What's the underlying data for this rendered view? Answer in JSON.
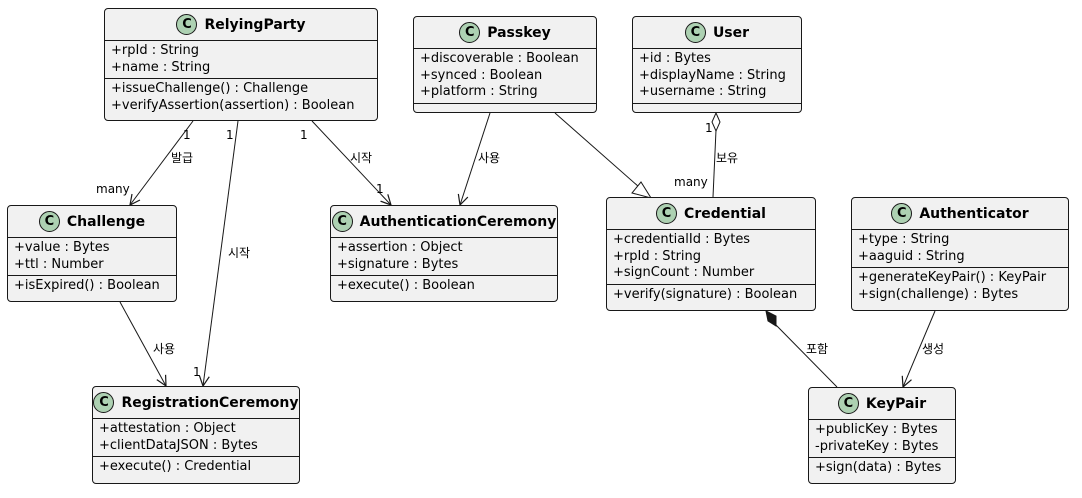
{
  "classes": {
    "relyingparty": {
      "name": "RelyingParty",
      "icon": "class-icon",
      "icon_letter": "C",
      "attributes": [
        "+rpId : String",
        "+name : String"
      ],
      "methods": [
        "+issueChallenge() : Challenge",
        "+verifyAssertion(assertion) : Boolean"
      ]
    },
    "passkey": {
      "name": "Passkey",
      "icon": "class-icon",
      "icon_letter": "C",
      "attributes": [
        "+discoverable : Boolean",
        "+synced : Boolean",
        "+platform : String"
      ],
      "methods": []
    },
    "user": {
      "name": "User",
      "icon": "class-icon",
      "icon_letter": "C",
      "attributes": [
        "+id : Bytes",
        "+displayName : String",
        "+username : String"
      ],
      "methods": []
    },
    "challenge": {
      "name": "Challenge",
      "icon": "class-icon",
      "icon_letter": "C",
      "attributes": [
        "+value : Bytes",
        "+ttl : Number"
      ],
      "methods": [
        "+isExpired() : Boolean"
      ]
    },
    "authenticationceremony": {
      "name": "AuthenticationCeremony",
      "icon": "class-icon",
      "icon_letter": "C",
      "attributes": [
        "+assertion : Object",
        "+signature : Bytes"
      ],
      "methods": [
        "+execute() : Boolean"
      ]
    },
    "credential": {
      "name": "Credential",
      "icon": "class-icon",
      "icon_letter": "C",
      "attributes": [
        "+credentialId : Bytes",
        "+rpId : String",
        "+signCount : Number"
      ],
      "methods": [
        "+verify(signature) : Boolean"
      ]
    },
    "authenticator": {
      "name": "Authenticator",
      "icon": "class-icon",
      "icon_letter": "C",
      "attributes": [
        "+type : String",
        "+aaguid : String"
      ],
      "methods": [
        "+generateKeyPair() : KeyPair",
        "+sign(challenge) : Bytes"
      ]
    },
    "registrationceremony": {
      "name": "RegistrationCeremony",
      "icon": "class-icon",
      "icon_letter": "C",
      "attributes": [
        "+attestation : Object",
        "+clientDataJSON : Bytes"
      ],
      "methods": [
        "+execute() : Credential"
      ]
    },
    "keypair": {
      "name": "KeyPair",
      "icon": "class-icon",
      "icon_letter": "C",
      "attributes": [
        "+publicKey : Bytes",
        "-privateKey : Bytes"
      ],
      "methods": [
        "+sign(data) : Bytes"
      ]
    }
  },
  "relations": {
    "rp_challenge": {
      "from": "RelyingParty",
      "to": "Challenge",
      "kind": "association",
      "label": "발급",
      "from_mult": "1",
      "to_mult": "many"
    },
    "rp_registration": {
      "from": "RelyingParty",
      "to": "RegistrationCeremony",
      "kind": "association",
      "label": "시작",
      "from_mult": "1",
      "to_mult": "1"
    },
    "rp_authentication": {
      "from": "RelyingParty",
      "to": "AuthenticationCeremony",
      "kind": "association",
      "label": "시작",
      "from_mult": "1",
      "to_mult": "1"
    },
    "passkey_authentication": {
      "from": "Passkey",
      "to": "AuthenticationCeremony",
      "kind": "association",
      "label": "사용"
    },
    "passkey_credential": {
      "from": "Passkey",
      "to": "Credential",
      "kind": "generalization"
    },
    "user_credential": {
      "from": "User",
      "to": "Credential",
      "kind": "aggregation",
      "label": "보유",
      "from_mult": "1",
      "to_mult": "many"
    },
    "challenge_registration": {
      "from": "Challenge",
      "to": "RegistrationCeremony",
      "kind": "association",
      "label": "사용"
    },
    "credential_keypair": {
      "from": "Credential",
      "to": "KeyPair",
      "kind": "composition",
      "label": "포함"
    },
    "authenticator_keypair": {
      "from": "Authenticator",
      "to": "KeyPair",
      "kind": "association",
      "label": "생성"
    }
  },
  "colors": {
    "class_fill": "#f1f1f1",
    "border": "#181818",
    "icon_fill": "#add1b2"
  }
}
